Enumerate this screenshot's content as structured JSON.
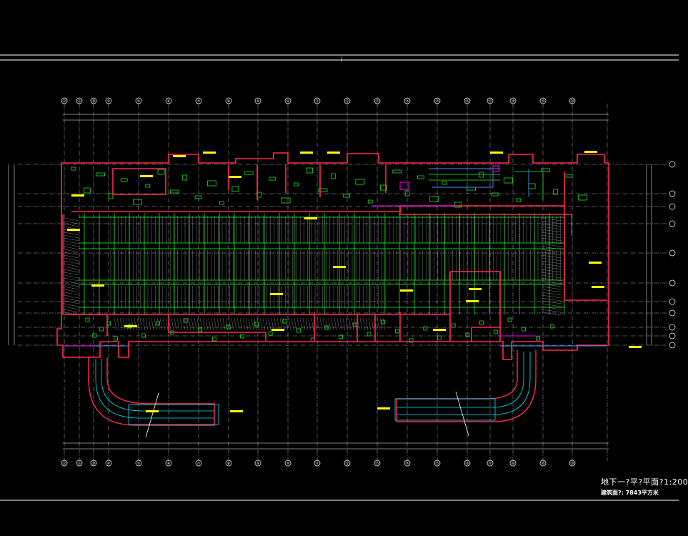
{
  "drawing": {
    "title": "地下一?平?平面?1:200",
    "area_note": "建筑面?: 7843平方米"
  },
  "colors": {
    "background": "#000000",
    "walls": "#ff2a4a",
    "equipment": "#22ff22",
    "axes": "#ffffff",
    "ducts": "#4b8cff",
    "ramp_inner": "#00e5ff",
    "annotation": "#ffff00",
    "highlight": "#ff00ff"
  },
  "axes": {
    "columns": [
      "㉒",
      "㉑",
      "⑳",
      "④",
      "⑤",
      "⑥",
      "⑦",
      "⑧",
      "⑨",
      "⑩",
      "⑪",
      "⑫",
      "⑬",
      "⑭",
      "⑮",
      "⑯",
      "⑰",
      "⑱",
      "⑲",
      "⑳"
    ],
    "rows": [
      "Ⓖ",
      "Ⓕ",
      "Ⓔ",
      "Ⓓ",
      "Ⓒ",
      "Ⓑ",
      "Ⓑ",
      "Ⓐ"
    ]
  }
}
